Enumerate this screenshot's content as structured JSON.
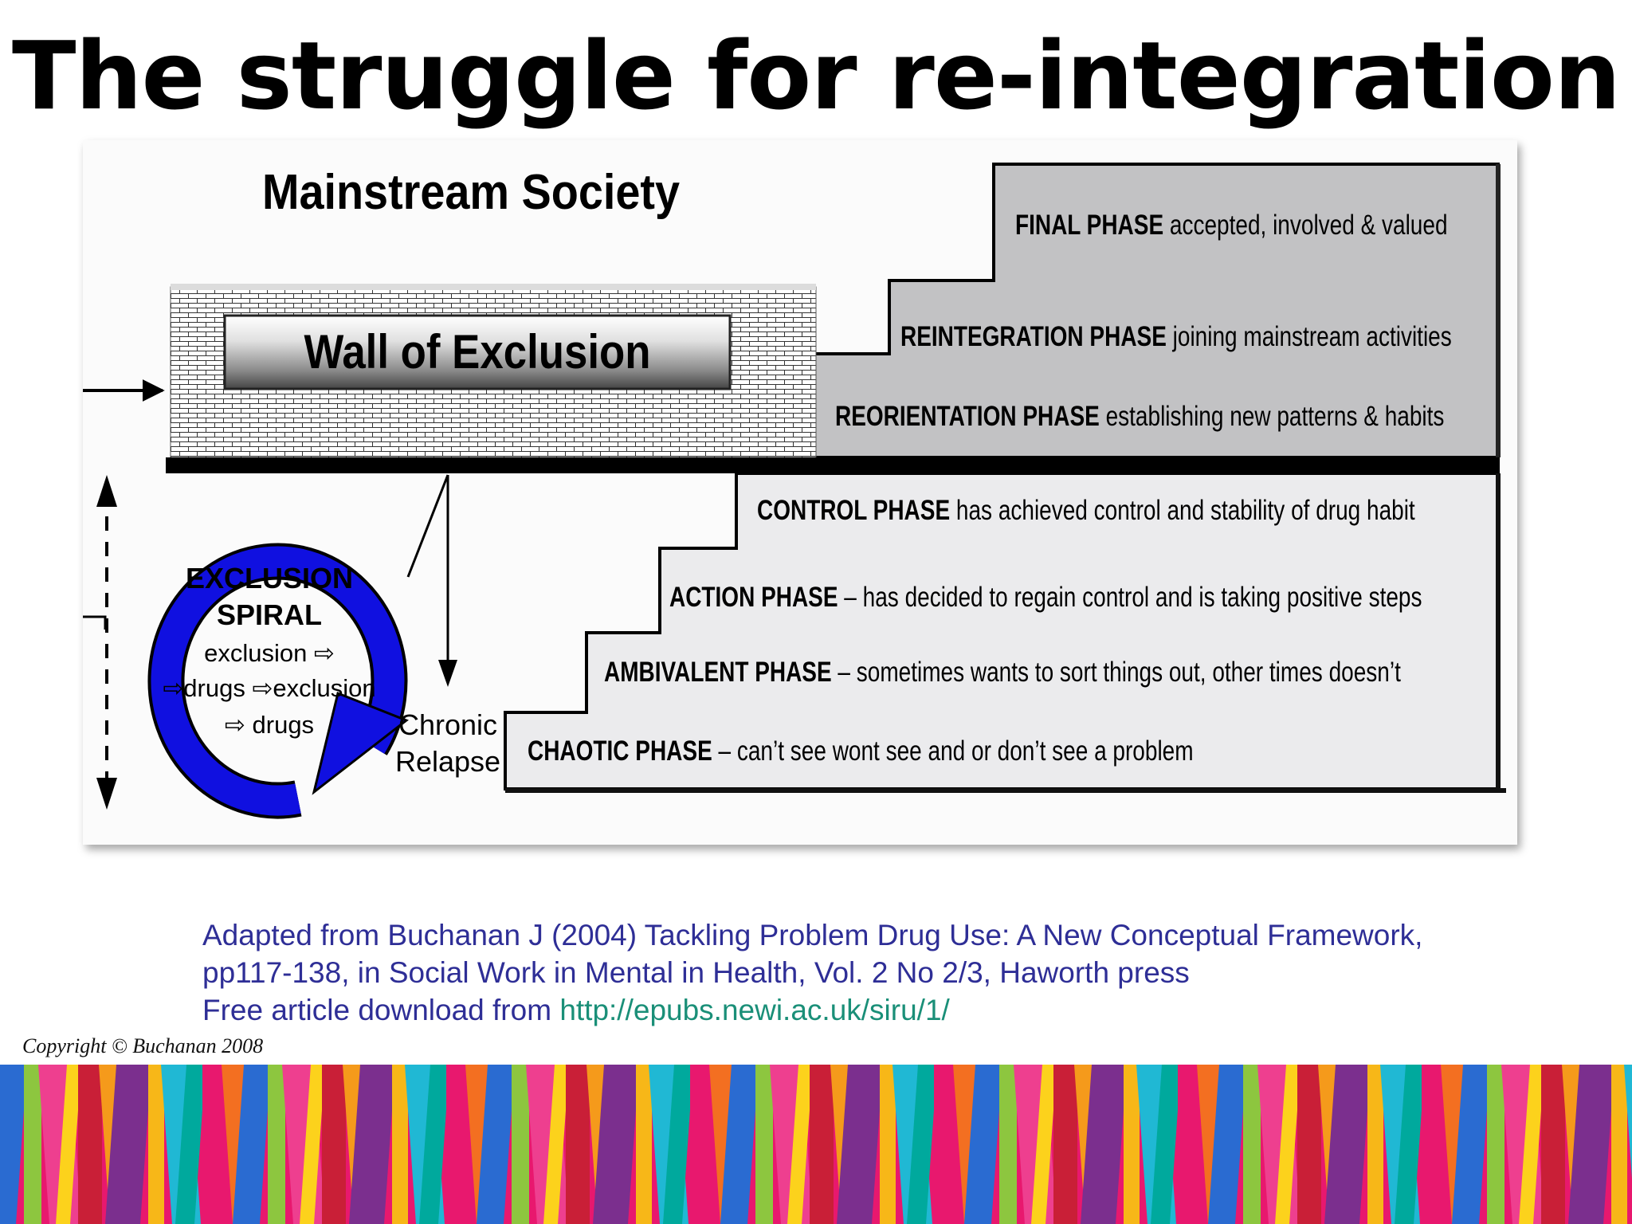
{
  "slide": {
    "title": "The struggle for re-integration"
  },
  "diagram": {
    "mainstream_label": "Mainstream Society",
    "wall_label": "Wall of Exclusion",
    "spiral": {
      "title_line1": "EXCLUSION",
      "title_line2": "SPIRAL",
      "line3": "exclusion ⇨",
      "line4": "⇨drugs ⇨exclusion",
      "line5": "⇨ drugs"
    },
    "relapse": {
      "line1": "Chronic",
      "line2": "Relapse"
    },
    "phases": [
      {
        "name": "FINAL PHASE",
        "desc": " accepted, involved & valued"
      },
      {
        "name": "REINTEGRATION PHASE",
        "desc": " joining mainstream activities"
      },
      {
        "name": "REORIENTATION PHASE",
        "desc": " establishing new patterns & habits"
      },
      {
        "name": "CONTROL PHASE",
        "desc": " has achieved control and stability of drug habit"
      },
      {
        "name": "ACTION PHASE",
        "desc": " – has decided to regain control and is taking positive steps"
      },
      {
        "name": "AMBIVALENT PHASE",
        "desc": " – sometimes wants to sort things out, other times doesn’t"
      },
      {
        "name": "CHAOTIC PHASE",
        "desc": " – can’t see wont see and or don’t see a problem"
      }
    ],
    "colors": {
      "upper_steps": "#c2c2c4",
      "lower_steps": "#ebebed",
      "spiral": "#1010e0",
      "wall": "#ffffff"
    }
  },
  "caption": {
    "line1": "Adapted from Buchanan J (2004) Tackling Problem Drug Use: A New Conceptual Framework,",
    "line2": "pp117-138, in Social Work in Mental in Health, Vol. 2 No 2/3, Haworth press",
    "line3_prefix": "Free article download from ",
    "link": "http://epubs.newi.ac.uk/siru/1/"
  },
  "copyright": "Copyright © Buchanan 2008"
}
